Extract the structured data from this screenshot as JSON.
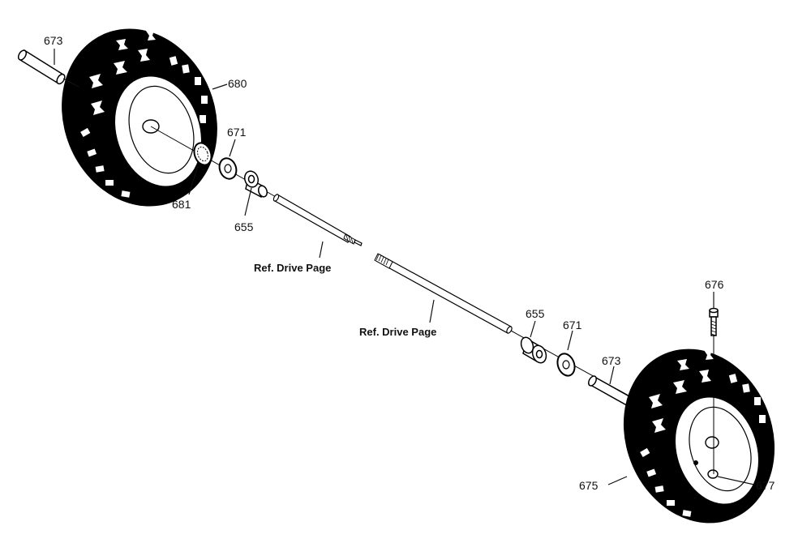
{
  "diagram": {
    "callouts": {
      "p673_top": "673",
      "p680": "680",
      "p671_top": "671",
      "p681": "681",
      "p655_top": "655",
      "ref_top": "Ref. Drive Page",
      "ref_bottom": "Ref. Drive Page",
      "p655_bottom": "655",
      "p671_bottom": "671",
      "p673_bottom": "673",
      "p676": "676",
      "p675": "675",
      "p677": "677"
    }
  }
}
